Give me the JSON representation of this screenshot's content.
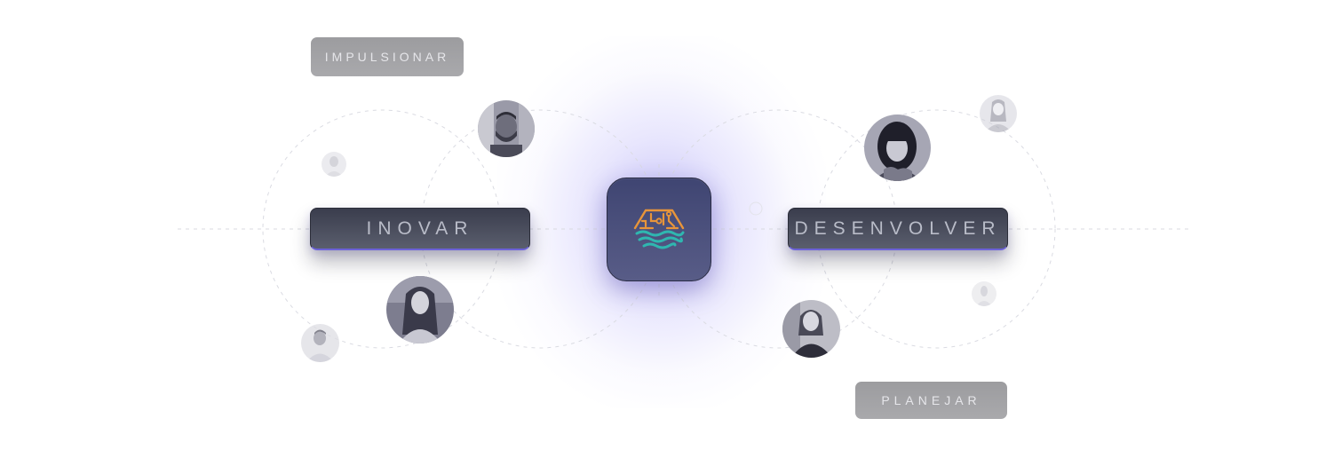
{
  "labels": {
    "impulsionar": "IMPULSIONAR",
    "inovar": "INOVAR",
    "desenvolver": "DESENVOLVER",
    "planejar": "PLANEJAR"
  },
  "center_logo": {
    "icon": "hexagon-circuit-waves-logo"
  },
  "avatars": [
    {
      "name": "avatar-man-beard"
    },
    {
      "name": "avatar-woman-bangs"
    },
    {
      "name": "avatar-woman-long-hair"
    },
    {
      "name": "avatar-woman-jacket"
    },
    {
      "name": "avatar-man-small"
    },
    {
      "name": "avatar-person-small"
    },
    {
      "name": "avatar-faded-left"
    },
    {
      "name": "avatar-faded-right"
    }
  ],
  "colors": {
    "accent": "#6c62d8",
    "tile": "#4a4f7c",
    "logo_orange": "#e8953a",
    "logo_teal": "#2fb7b0",
    "dark_pill": "#454857",
    "light_pill": "#a3a3a6"
  }
}
